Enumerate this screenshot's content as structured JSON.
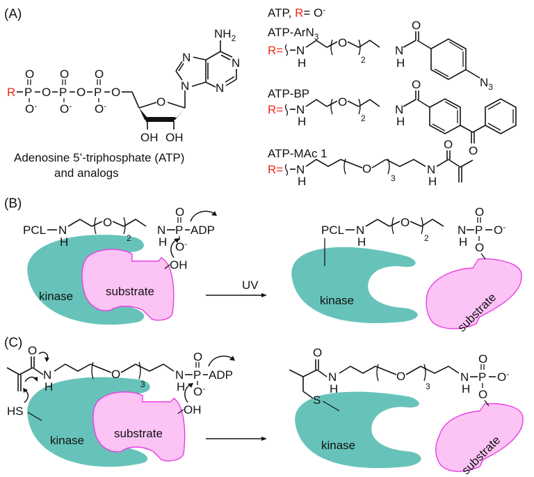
{
  "panels": {
    "a": {
      "label": "(A)",
      "r_label": "R",
      "phosphate": {
        "p": "P",
        "o": "O",
        "o_minus": "O-"
      },
      "caption_line1": "Adenosine 5’-triphosphate (ATP)",
      "caption_line2": "and analogs",
      "atoms": {
        "nh2": "NH",
        "nh2_sub": "2",
        "n": "N",
        "o": "O",
        "oh": "OH"
      },
      "analogs": [
        {
          "name": "ATP",
          "r_def_prefix": "R",
          "r_def_suffix": "= O",
          "r_def_charge": "-"
        },
        {
          "name": "ATP-ArN",
          "name_sub": "3",
          "r_def": "R=",
          "repeat": "2",
          "terminal": "N",
          "terminal_sub": "3"
        },
        {
          "name": "ATP-BP",
          "r_def": "R=",
          "repeat": "2"
        },
        {
          "name": "ATP-MAc 1",
          "r_def": "R=",
          "repeat": "3"
        }
      ]
    },
    "b": {
      "label": "(B)",
      "pcl": "PCL",
      "repeat": "2",
      "adp": "ADP",
      "oh": "OH",
      "reaction_label": "UV",
      "kinase_label": "kinase",
      "substrate_label": "substrate"
    },
    "c": {
      "label": "(C)",
      "hs": "HS",
      "s": "S",
      "repeat": "3",
      "adp": "ADP",
      "oh": "OH",
      "kinase_label": "kinase",
      "substrate_label": "substrate"
    }
  },
  "colors": {
    "r_group": "#ee2a1b",
    "kinase": "#67c3b9",
    "substrate_fill": "#fcc3f5",
    "substrate_stroke": "#e83ee0"
  }
}
